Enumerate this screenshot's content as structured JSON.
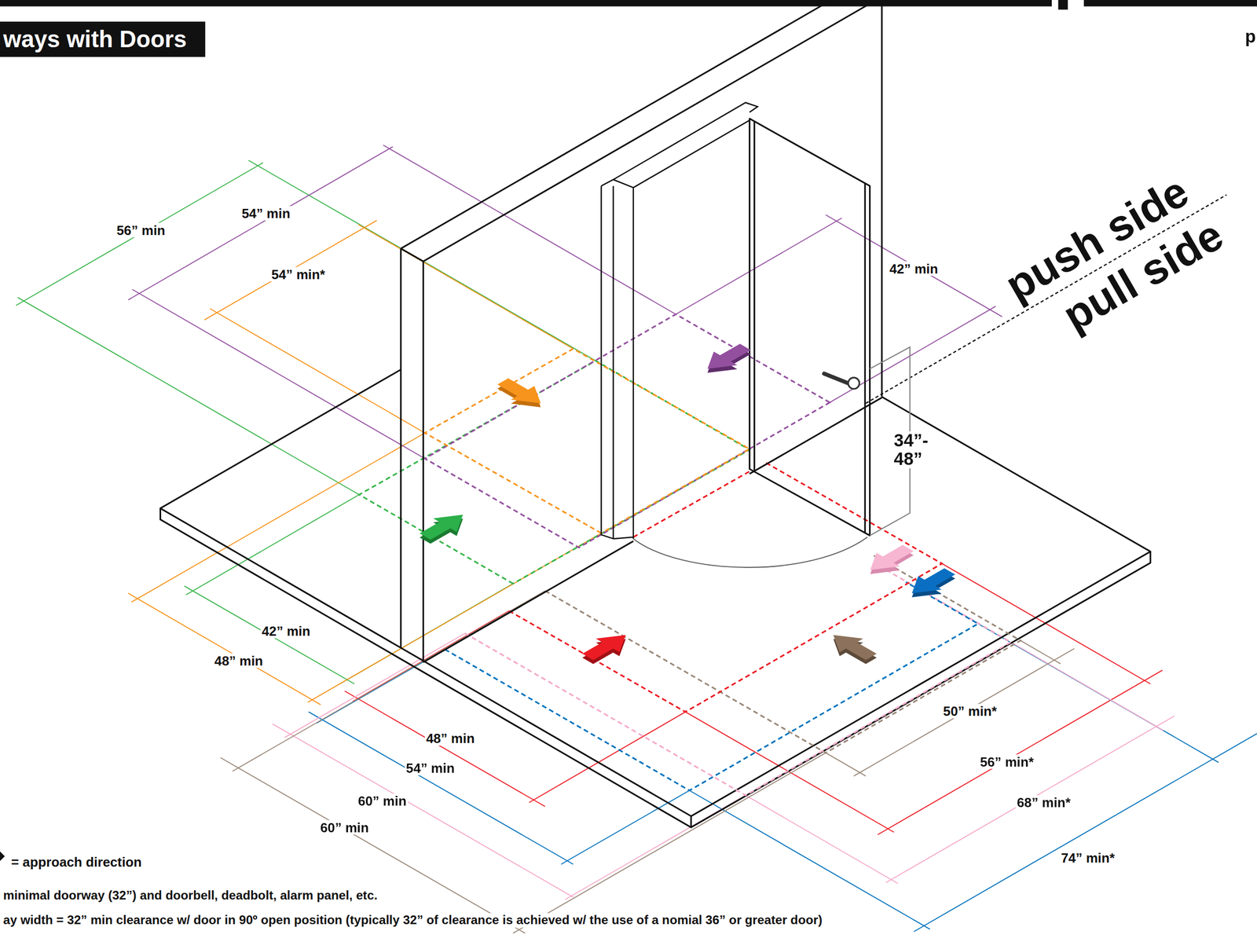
{
  "diagram": {
    "title": "ways with Doors",
    "labels": [
      "56” min",
      "54” min",
      "54” min*",
      "42” min",
      "push side",
      "pull side",
      "34”- 48”",
      "42” min",
      "48” min",
      "48” min",
      "54” min",
      "60” min",
      "60” min",
      "50” min*",
      "56” min*",
      "68” min*",
      "74” min*",
      "minimal doorway (32”) and doorbell, deadbolt, alarm panel, etc.",
      "ay width = 32” min clearance w/ door in 90º open position (typically 32” of clearance is achieved w/ the use of a nomial 36” or greater door)",
      "p"
    ],
    "legend": [
      {
        "text": "= approach direction"
      }
    ]
  }
}
